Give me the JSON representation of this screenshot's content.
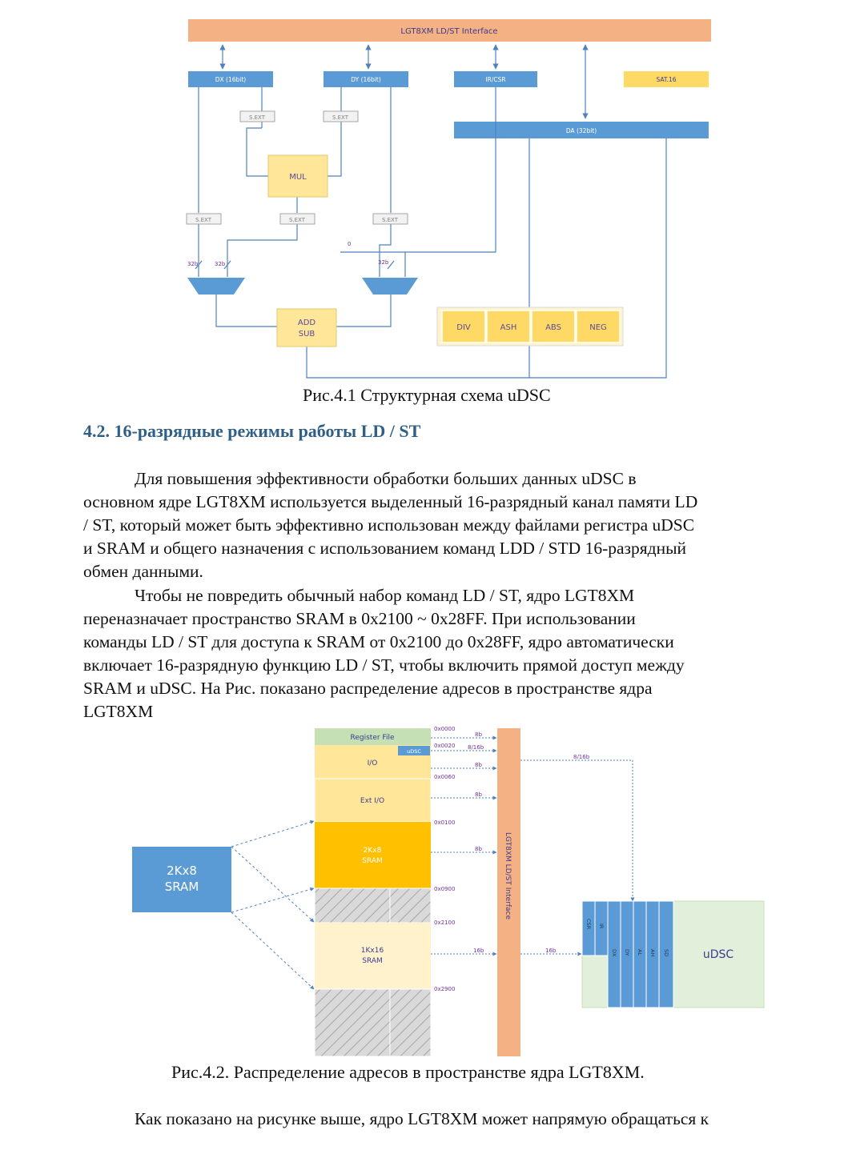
{
  "fig1": {
    "ldst_interface": "LGT8XM LD/ST Interface",
    "dx": "DX (16bit)",
    "dy": "DY (16bit)",
    "ir_csr": "IR/CSR",
    "sat16": "SAT.16",
    "da": "DA (32bit)",
    "sext": "S.EXT",
    "mul": "MUL",
    "b32": "32b",
    "zero": "0",
    "add": "ADD",
    "sub": "SUB",
    "div": "DIV",
    "ash": "ASH",
    "abs": "ABS",
    "neg": "NEG",
    "caption": "Рис.4.1  Структурная схема uDSC"
  },
  "section_heading": "4.2. 16-разрядные режимы работы LD / ST",
  "paragraph1": [
    "Для повышения эффективности обработки больших данных uDSC в",
    "основном ядре LGT8XM используется выделенный 16-разрядный канал памяти LD",
    "/ ST, который может быть эффективно использован между файлами регистра uDSC",
    "и SRAM и общего назначения с использованием команд LDD / STD  16-разрядный",
    "обмен данными."
  ],
  "paragraph2": [
    "Чтобы не повредить обычный набор команд LD / ST, ядро LGT8XM",
    "переназначает пространство SRAM в 0x2100 ~ 0x28FF.  При использовании",
    "команды LD / ST для доступа к SRAM от 0x2100 до 0x28FF, ядро автоматически",
    "включает 16-разрядную функцию LD / ST, чтобы включить прямой доступ между",
    "SRAM и uDSC.  На Рис.  показано распределение адресов в пространстве ядра",
    "LGT8XM"
  ],
  "fig2": {
    "register_file": "Register File",
    "udsc_small": "uDSC",
    "io": "I/O",
    "ext_io": "Ext I/O",
    "sram2k_line1": "2Kx8",
    "sram2k_line2": "SRAM",
    "sram1k_line1": "1Kx16",
    "sram1k_line2": "SRAM",
    "left_sram_line1": "2Kx8",
    "left_sram_line2": "SRAM",
    "addresses": [
      "0x0000",
      "0x0020",
      "0x0060",
      "0x0100",
      "0x0900",
      "0x2100",
      "0x2900"
    ],
    "bus_labels": [
      "8b",
      "8/16b",
      "8b",
      "8b",
      "8b",
      "16b",
      "16b",
      "8/16b"
    ],
    "ldst_interface": "LGT8XM LD/ST Interface",
    "udsc_regs": [
      "CSR",
      "IR",
      "DX",
      "DY",
      "AL",
      "AH",
      "SD"
    ],
    "udsc": "uDSC",
    "caption": "Рис.4.2.   Распределение адресов в пространстве ядра LGT8XM."
  },
  "last_line": "Как показано на рисунке выше, ядро LGT8XM может напрямую обращаться к",
  "colors": {
    "orange": "#f4b183",
    "blue": "#5b9bd5",
    "yellow": "#ffe699",
    "green": "#e2efda",
    "gold": "#ffc000",
    "heading": "#2f5f86"
  }
}
